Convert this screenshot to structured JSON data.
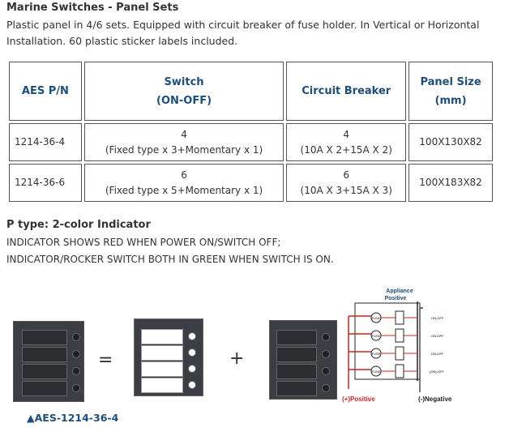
{
  "header": {
    "title": "Marine Switches - Panel Sets",
    "intro_line1": "Plastic panel in  4/6 sets. Equipped with circuit breaker of fuse holder. In Vertical or Horizontal",
    "intro_line2": "Installation. 60 plastic sticker labels included."
  },
  "table": {
    "headers": {
      "pn": "AES P/N",
      "switch_l1": "Switch",
      "switch_l2": "(ON-OFF)",
      "breaker": "Circuit Breaker",
      "panel_l1": "Panel Size",
      "panel_l2": "(mm)"
    },
    "rows": [
      {
        "pn": "1214-36-4",
        "switch_count": "4",
        "switch_detail": "(Fixed type x 3+Momentary x 1)",
        "breaker_count": "4",
        "breaker_detail": "(10A X 2+15A X 2)",
        "panel": "100X130X82"
      },
      {
        "pn": "1214-36-6",
        "switch_count": "6",
        "switch_detail": "(Fixed type x 5+Momentary x 1)",
        "breaker_count": "6",
        "breaker_detail": "(10A X 3+15A X 3)",
        "panel": "100X183X82"
      }
    ]
  },
  "ptype": {
    "heading": "P type: 2-color Indicator",
    "line1": "INDICATOR SHOWS RED WHEN POWER ON/SWITCH OFF;",
    "line2": "INDICATOR/ROCKER SWITCH BOTH IN GREEN WHEN SWITCH IS ON."
  },
  "illustration": {
    "equals": "=",
    "plus": "+",
    "caption": "▲AES-1214-36-4"
  },
  "wiring": {
    "title_l1": "Appliance",
    "title_l2": "Positive",
    "labels": [
      "ON-OFF",
      "ON-OFF",
      "ON-OFF",
      "(ON)-OFF"
    ],
    "fuse": "FUSE",
    "positive": "(+)Positive",
    "negative": "(-)Negative",
    "colors": {
      "wire_red": "#cc2222",
      "wire_dark": "#222222",
      "title_blue": "#1f4e79"
    }
  }
}
